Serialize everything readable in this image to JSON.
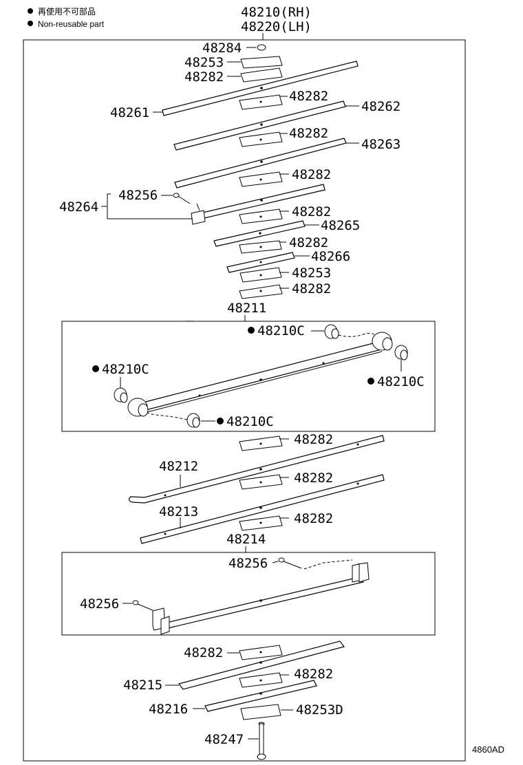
{
  "legend": {
    "japanese": "再使用不可部品",
    "english": "Non-reusable part"
  },
  "header": {
    "rh": "48210(RH)",
    "lh": "48220(LH)"
  },
  "labels": {
    "p48284": "48284",
    "p48253_top": "48253",
    "p48282_a": "48282",
    "p48282_b": "48282",
    "p48261": "48261",
    "p48262": "48262",
    "p48282_c": "48282",
    "p48263": "48263",
    "p48282_d": "48282",
    "p48256_a": "48256",
    "p48264": "48264",
    "p48282_e": "48282",
    "p48265": "48265",
    "p48282_f": "48282",
    "p48266": "48266",
    "p48253_mid": "48253",
    "p48282_g": "48282",
    "p48211": "48211",
    "p48210c_a": "48210C",
    "p48210c_b": "48210C",
    "p48210c_c": "48210C",
    "p48210c_d": "48210C",
    "p48282_h": "48282",
    "p48212": "48212",
    "p48282_i": "48282",
    "p48213": "48213",
    "p48282_j": "48282",
    "p48214": "48214",
    "p48256_b": "48256",
    "p48256_c": "48256",
    "p48282_k": "48282",
    "p48215": "48215",
    "p48282_l": "48282",
    "p48216": "48216",
    "p48253d": "48253D",
    "p48247": "48247"
  },
  "footer": {
    "drawing_code": "4860AD"
  }
}
